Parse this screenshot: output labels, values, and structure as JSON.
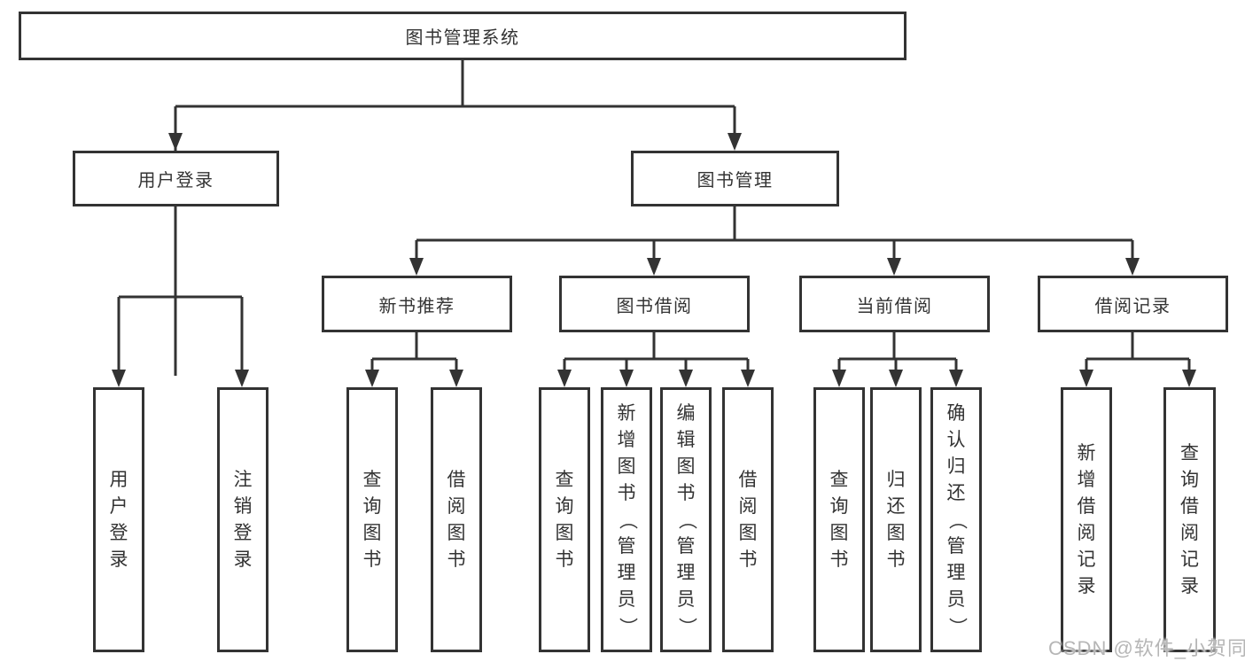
{
  "root": {
    "label": "图书管理系统"
  },
  "branches": {
    "user": {
      "label": "用户登录",
      "leaves": [
        "用户登录",
        "注销登录"
      ]
    },
    "book": {
      "label": "图书管理",
      "groups": [
        {
          "label": "新书推荐",
          "leaves": [
            "查询图书",
            "借阅图书"
          ]
        },
        {
          "label": "图书借阅",
          "leaves": [
            "查询图书",
            "新增图书（管理员）",
            "编辑图书（管理员）",
            "借阅图书"
          ]
        },
        {
          "label": "当前借阅",
          "leaves": [
            "查询图书",
            "归还图书",
            "确认归还（管理员）"
          ]
        },
        {
          "label": "借阅记录",
          "leaves": [
            "新增借阅记录",
            "查询借阅记录"
          ]
        }
      ]
    }
  },
  "watermark": "CSDN @软件_小贺同学",
  "colors": {
    "line": "#333333",
    "text": "#333333",
    "watermark": "#b6b6b6",
    "bg": "#ffffff"
  }
}
